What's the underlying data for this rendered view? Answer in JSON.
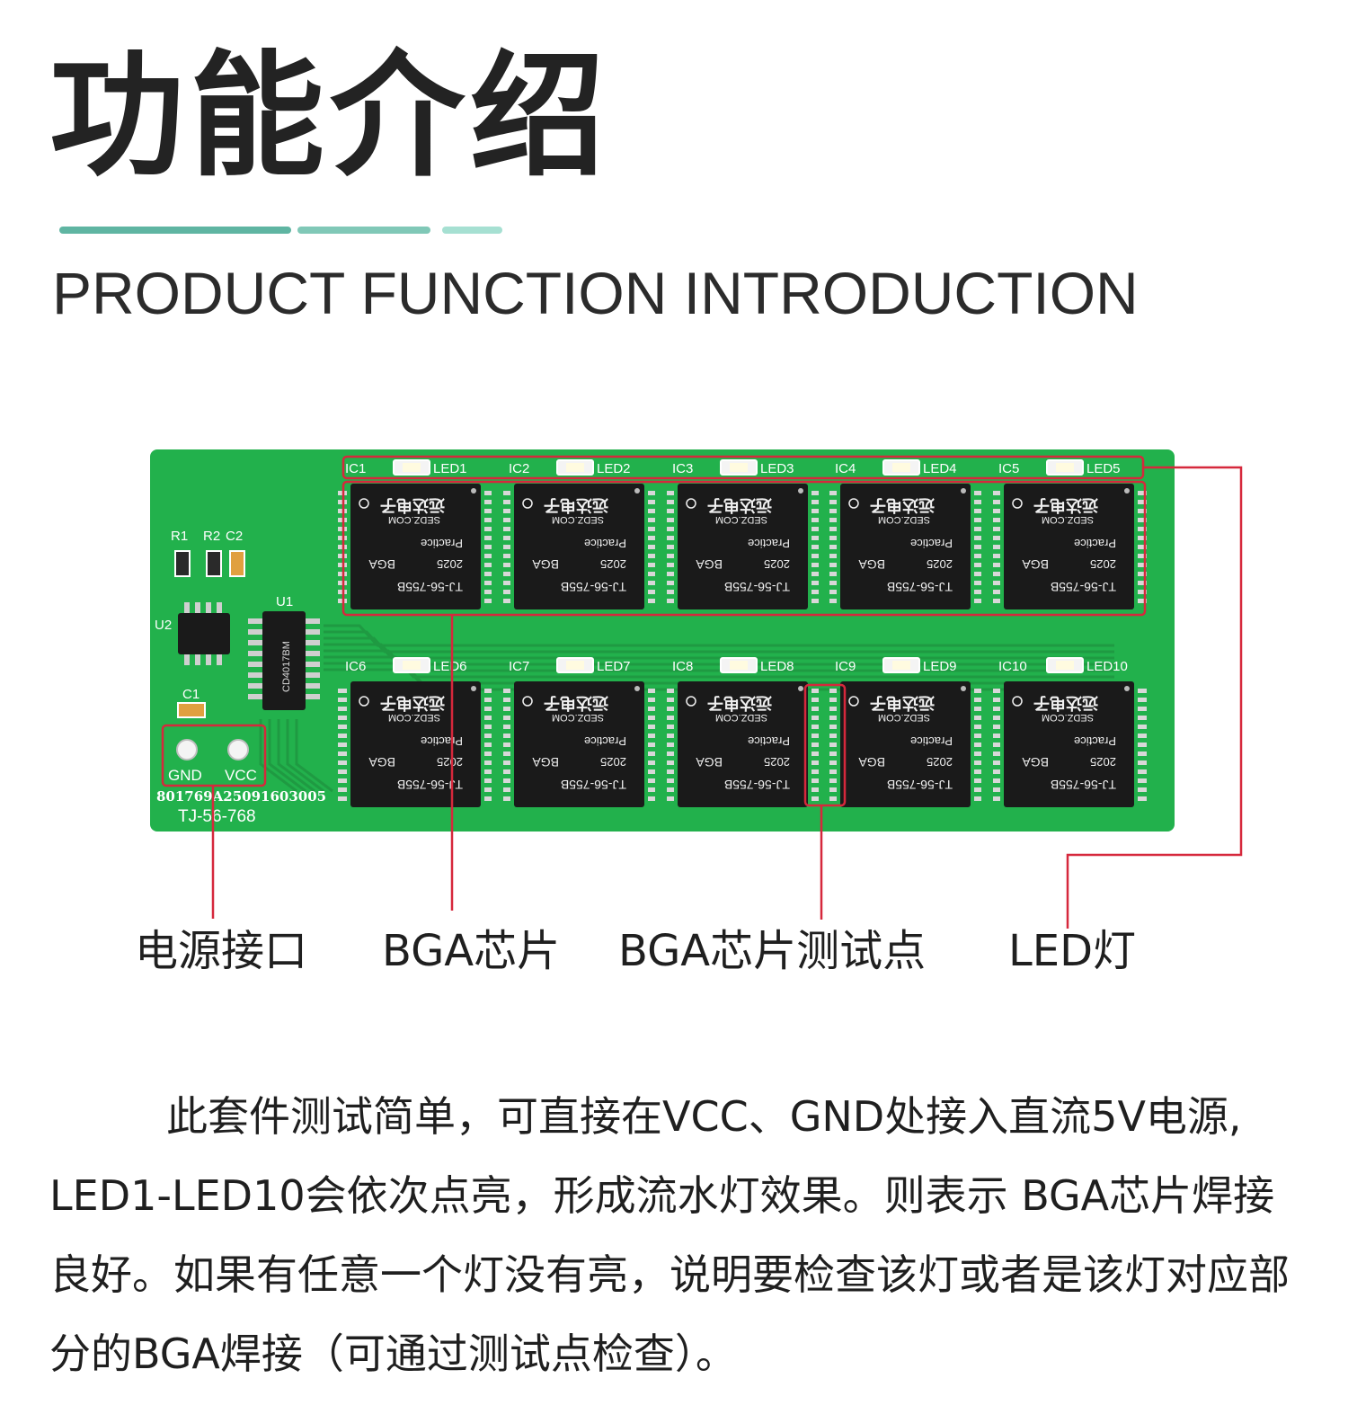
{
  "header": {
    "title_cn": "功能介绍",
    "title_en": "PRODUCT FUNCTION INTRODUCTION",
    "accent_colors": [
      "#5fb5a2",
      "#80c8b7",
      "#a6e0d2"
    ]
  },
  "board": {
    "pcb_color": "#22b14c",
    "silk_color": "#ffffff",
    "chip_color": "#1a1a1a",
    "highlight_color": "#d6283c",
    "ic_labels": [
      "IC1",
      "IC2",
      "IC3",
      "IC4",
      "IC5",
      "IC6",
      "IC7",
      "IC8",
      "IC9",
      "IC10"
    ],
    "led_labels": [
      "LED1",
      "LED2",
      "LED3",
      "LED4",
      "LED5",
      "LED6",
      "LED7",
      "LED8",
      "LED9",
      "LED10"
    ],
    "chip_text": {
      "part": "TJ-56-755B",
      "year": "2025",
      "package": "BGA",
      "note": "Practice",
      "site": "SEDZ.COM",
      "brand": "远达电子"
    },
    "component_labels": {
      "r1": "R1",
      "r2": "R2",
      "c2": "C2",
      "c1": "C1",
      "u1": "U1",
      "u2": "U2",
      "u1_marking": "CD4017BM"
    },
    "power_pins": {
      "gnd": "GND",
      "vcc": "VCC"
    },
    "board_id": "801769A25091603005",
    "model": "TJ-56-768"
  },
  "callouts": {
    "power": "电源接口",
    "bga_chip": "BGA芯片",
    "test_points": "BGA芯片测试点",
    "led": "LED灯"
  },
  "description": {
    "text": "此套件测试简单，可直接在VCC、GND处接入直流5V电源, LED1-LED10会依次点亮，形成流水灯效果。则表示 BGA芯片焊接良好。如果有任意一个灯没有亮，说明要检查该灯或者是该灯对应部分的BGA焊接（可通过测试点检查）。"
  }
}
